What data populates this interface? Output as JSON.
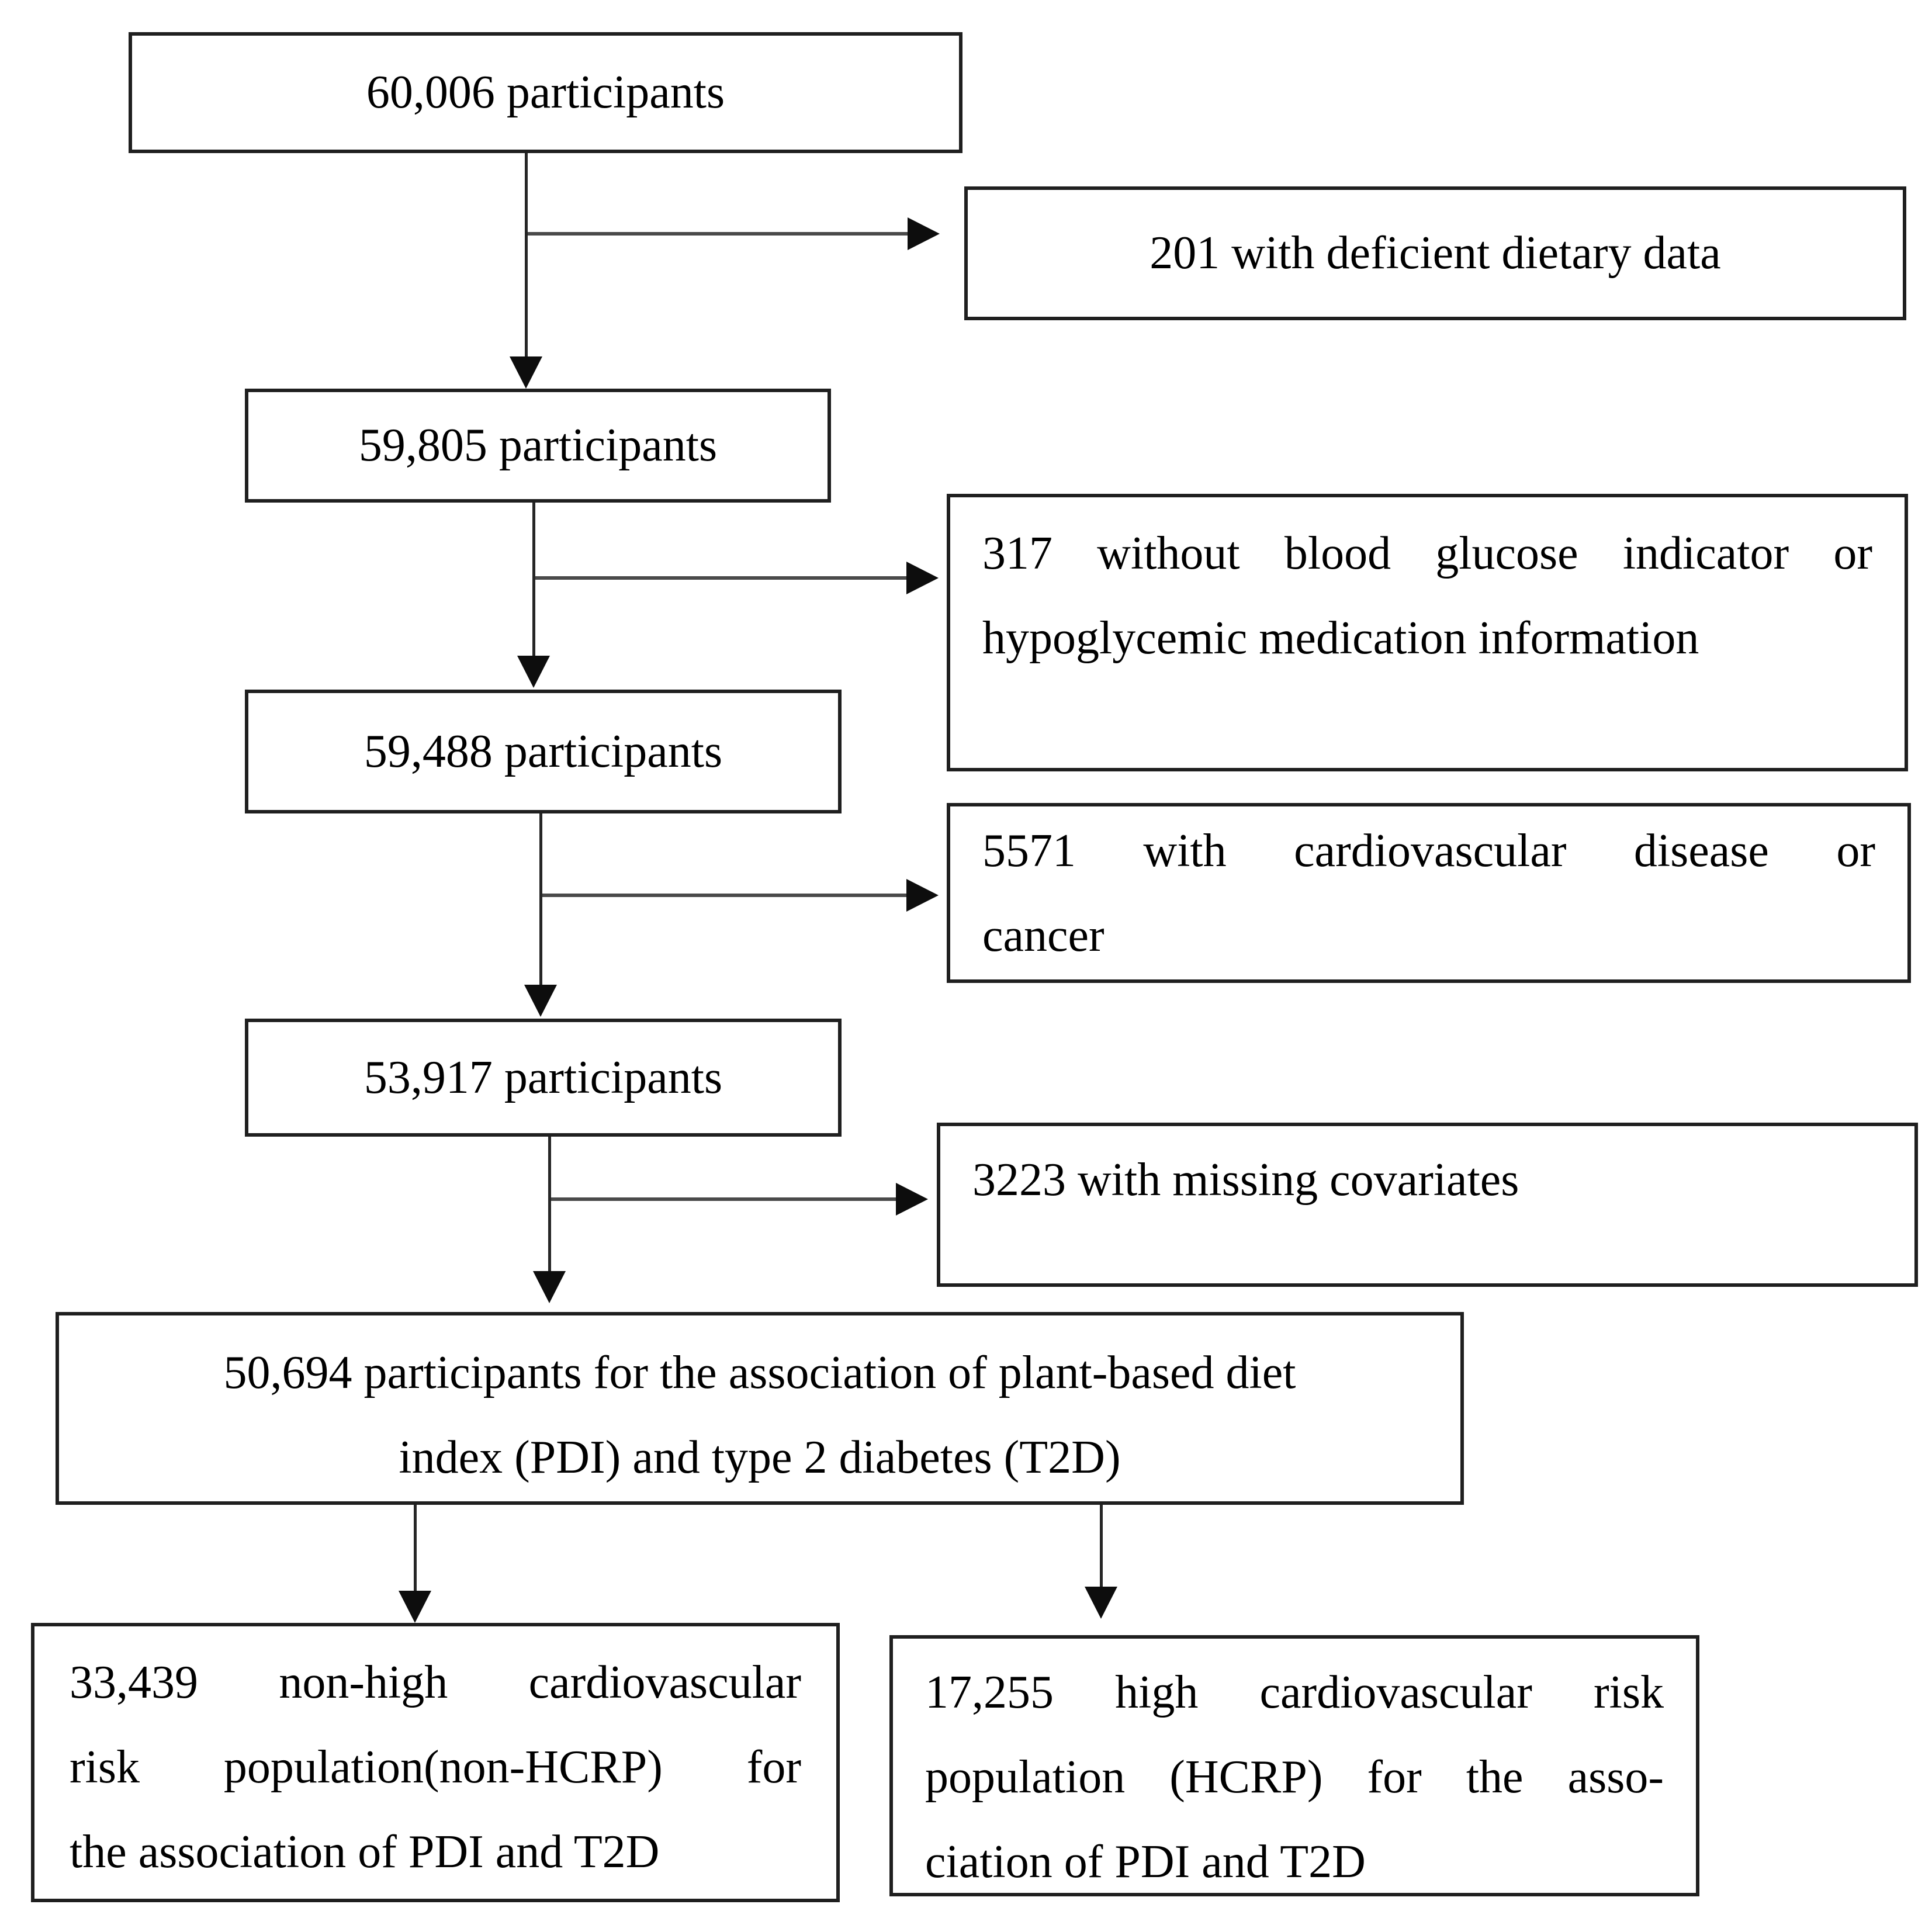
{
  "colors": {
    "background": "#ffffff",
    "box_border": "#1f1f1f",
    "text": "#000000",
    "connector_line": "#4a4a4a",
    "arrowhead": "#0d0d0d"
  },
  "flow": {
    "b60006": {
      "text": "60,006 participants"
    },
    "e201": {
      "text": "201 with deficient dietary data"
    },
    "b59805": {
      "text": "59,805 participants"
    },
    "e317": {
      "lines": [
        "317 without blood glucose indicator or",
        "hypoglycemic medication information"
      ]
    },
    "b59488": {
      "text": "59,488 participants"
    },
    "e5571": {
      "lines": [
        "5571 with cardiovascular disease or",
        "cancer"
      ]
    },
    "b53917": {
      "text": "53,917 participants"
    },
    "e3223": {
      "text": "3223 with missing covariates"
    },
    "b50694": {
      "lines": [
        "50,694 participants for the association of plant-based diet",
        "index (PDI) and type 2 diabetes (T2D)"
      ]
    },
    "b33439": {
      "lines": [
        "33,439 non-high cardiovascular",
        "risk population(non-HCRP) for",
        "the association of PDI and T2D"
      ]
    },
    "b17255": {
      "lines": [
        "17,255 high cardiovascular risk",
        "population (HCRP) for the asso-",
        "ciation of PDI and T2D"
      ]
    }
  }
}
